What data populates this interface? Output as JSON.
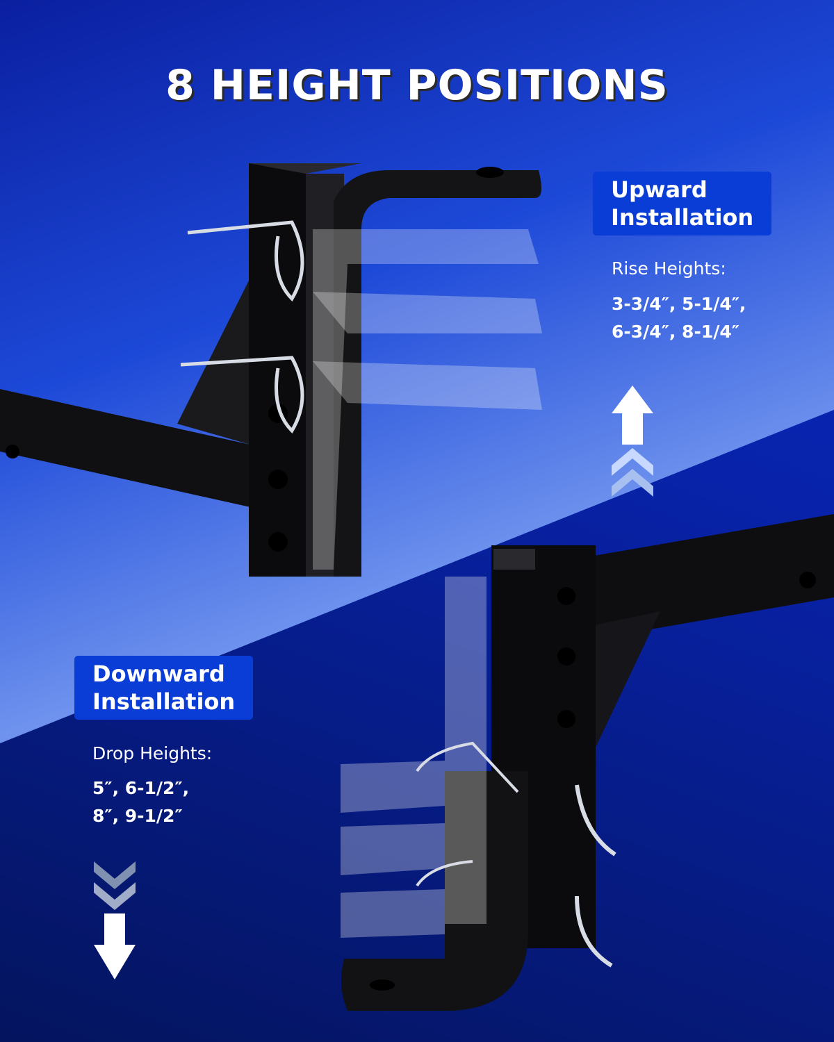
{
  "title": "8 HEIGHT POSITIONS",
  "upward": {
    "badge_line1": "Upward",
    "badge_line2": "Installation",
    "label": "Rise Heights:",
    "values_line1": "3-3/4″, 5-1/4″,",
    "values_line2": "6-3/4″, 8-1/4″"
  },
  "downward": {
    "badge_line1": "Downward",
    "badge_line2": "Installation",
    "label": "Drop Heights:",
    "values_line1": "5″, 6-1/2″,",
    "values_line2": "8″, 9-1/2″"
  },
  "colors": {
    "badge": "#0a3cd6",
    "steel": "#0c0c0e"
  }
}
